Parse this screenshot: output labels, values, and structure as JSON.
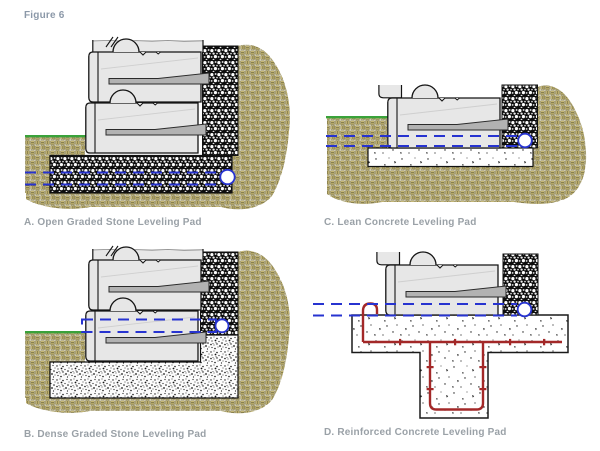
{
  "figure": {
    "label": "Figure 6"
  },
  "panels": [
    {
      "id": "A",
      "caption": "A. Open Graded Stone Leveling Pad"
    },
    {
      "id": "C",
      "caption": "C. Lean Concrete Leveling Pad"
    },
    {
      "id": "B",
      "caption": "B. Dense Graded Stone Leveling Pad"
    },
    {
      "id": "D",
      "caption": "D. Reinforced Concrete Leveling Pad"
    }
  ],
  "colors": {
    "caption_text": "#9aa1a7",
    "figure_label_text": "#8b98a8",
    "soil_hatch_tan": "#cdbf7e",
    "drainage_stone_black": "#0d0d0d",
    "block_gray": "#e7e7e7",
    "grass_green": "#3aa23a",
    "drain_line_blue": "#2733d0",
    "rebar_red": "#a32828"
  }
}
